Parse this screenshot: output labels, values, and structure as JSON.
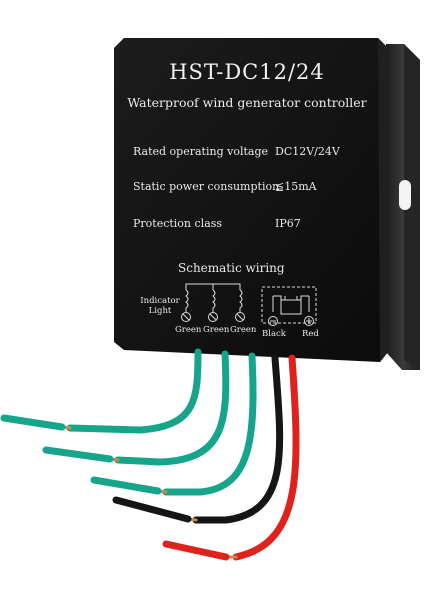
{
  "product": {
    "model": "HST-DC12/24",
    "subtitle": "Waterproof wind generator controller",
    "specs": [
      {
        "label": "Rated operating voltage",
        "value": "DC12V/24V"
      },
      {
        "label": "Static power consumption",
        "value": "≦15mA"
      },
      {
        "label": "Protection class",
        "value": "IP67"
      }
    ],
    "wiring_title": "Schematic wiring",
    "indicator_label_1": "Indicator",
    "indicator_label_2": "Light",
    "terminals": [
      "Green",
      "Green",
      "Green",
      "Black",
      "Red"
    ]
  },
  "colors": {
    "body": "#121212",
    "bracket": "#2a2a2a",
    "green_wire": "#16a58a",
    "black_wire": "#151515",
    "red_wire": "#e0221c",
    "copper": "#c98a4a"
  }
}
